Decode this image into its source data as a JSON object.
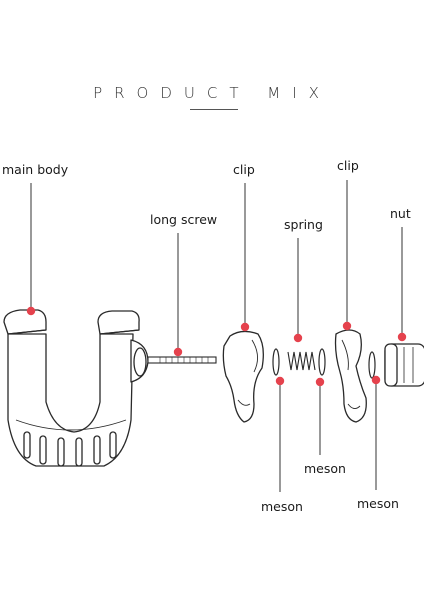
{
  "title": "PRODUCT MIX",
  "accent_color": "#e5424d",
  "parts": [
    {
      "id": "main-body",
      "label": "main body"
    },
    {
      "id": "long-screw",
      "label": "long screw"
    },
    {
      "id": "clip-left",
      "label": "clip"
    },
    {
      "id": "spring",
      "label": "spring"
    },
    {
      "id": "clip-right",
      "label": "clip"
    },
    {
      "id": "nut",
      "label": "nut"
    },
    {
      "id": "meson-left",
      "label": "meson"
    },
    {
      "id": "meson-middle",
      "label": "meson"
    },
    {
      "id": "meson-right",
      "label": "meson"
    }
  ]
}
